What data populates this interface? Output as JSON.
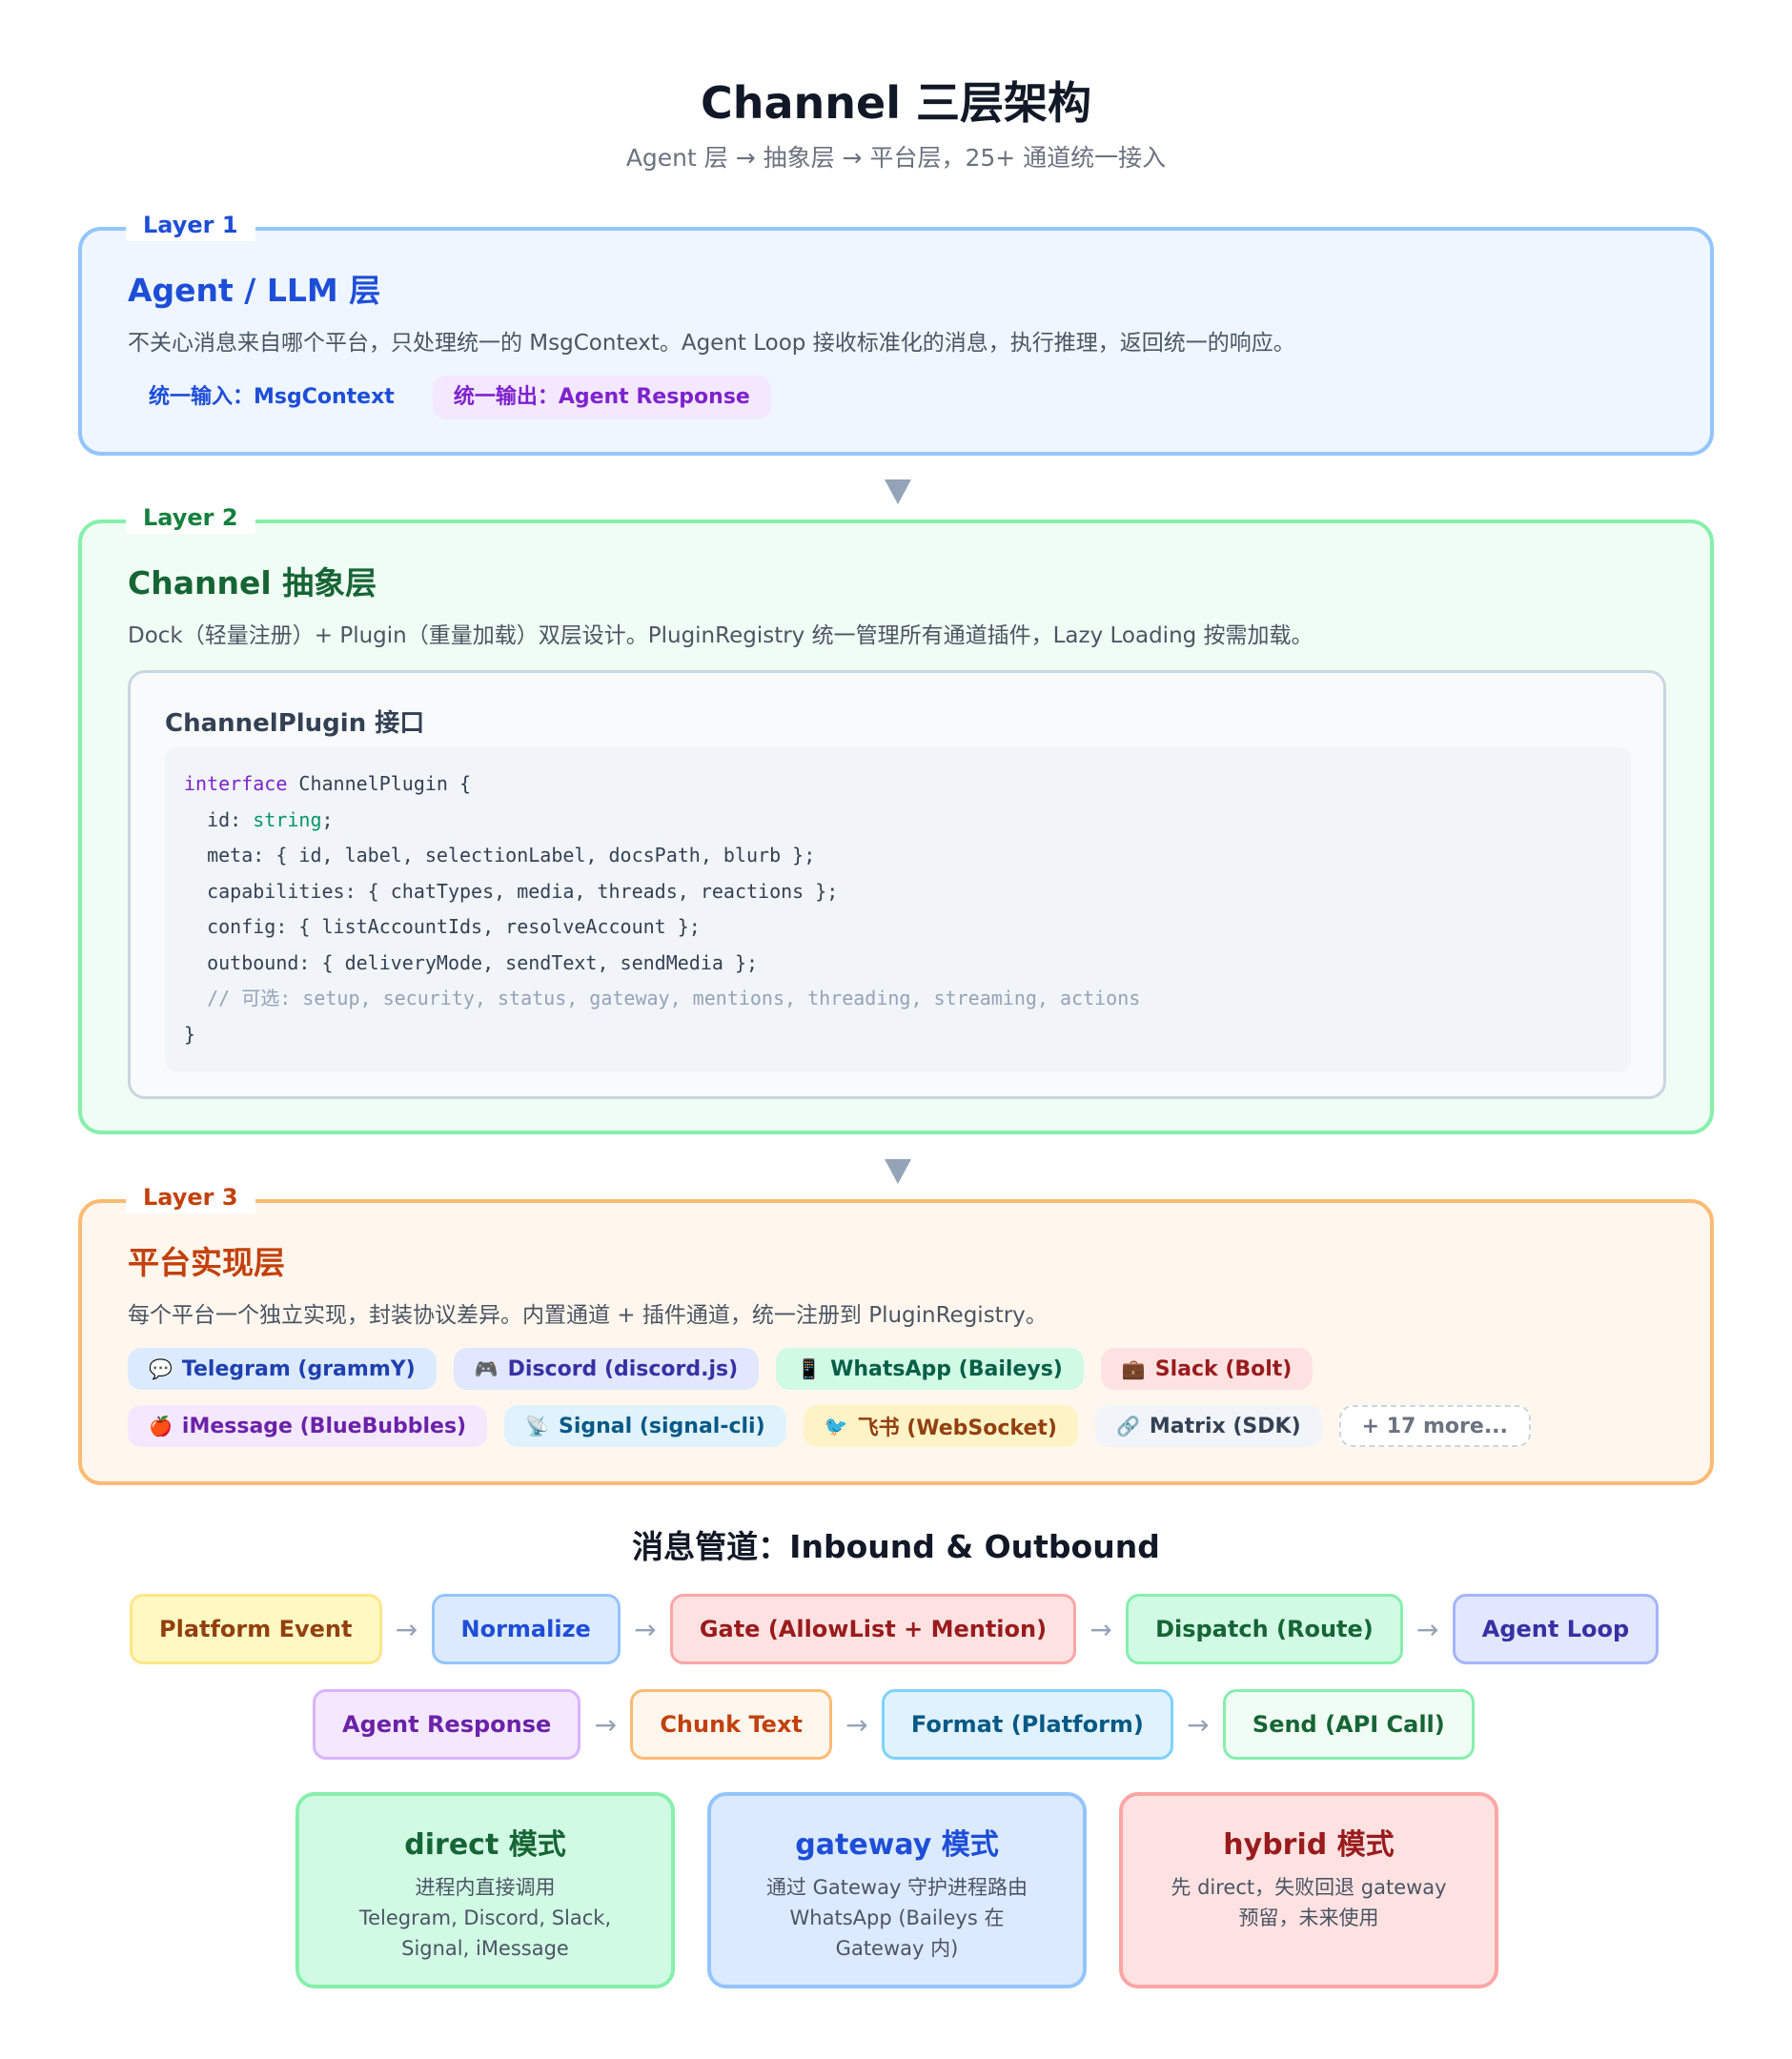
{
  "title": "Channel 三层架构",
  "subtitle": "Agent 层 → 抽象层 → 平台层，25+ 通道统一接入",
  "layer1": {
    "tag": "Layer 1",
    "title": "Agent / LLM 层",
    "desc": "不关心消息来自哪个平台，只处理统一的 MsgContext。Agent Loop 接收标准化的消息，执行推理，返回统一的响应。",
    "input": "统一输入：MsgContext",
    "output": "统一输出：Agent Response"
  },
  "layer2": {
    "tag": "Layer 2",
    "title": "Channel 抽象层",
    "desc": "Dock（轻量注册）+ Plugin（重量加载）双层设计。PluginRegistry 统一管理所有通道插件，Lazy Loading 按需加载。",
    "interface_title": "ChannelPlugin 接口",
    "code": {
      "l1_kw": "interface",
      "l1_rest": " ChannelPlugin {",
      "l2_pre": "  id: ",
      "l2_ty": "string",
      "l2_post": ";",
      "l3": "  meta: { id, label, selectionLabel, docsPath, blurb };",
      "l4": "  capabilities: { chatTypes, media, threads, reactions };",
      "l5": "  config: { listAccountIds, resolveAccount };",
      "l6": "  outbound: { deliveryMode, sendText, sendMedia };",
      "l7": "  // 可选: setup, security, status, gateway, mentions, threading, streaming, actions",
      "l8": "}"
    }
  },
  "layer3": {
    "tag": "Layer 3",
    "title": "平台实现层",
    "desc": "每个平台一个独立实现，封装协议差异。内置通道 + 插件通道，统一注册到 PluginRegistry。",
    "platforms": [
      {
        "icon": "💬",
        "label": "Telegram (grammY)"
      },
      {
        "icon": "🎮",
        "label": "Discord (discord.js)"
      },
      {
        "icon": "📱",
        "label": "WhatsApp (Baileys)"
      },
      {
        "icon": "💼",
        "label": "Slack (Bolt)"
      },
      {
        "icon": "🍎",
        "label": "iMessage (BlueBubbles)"
      },
      {
        "icon": "📡",
        "label": "Signal (signal-cli)"
      },
      {
        "icon": "🐦",
        "label": "飞书 (WebSocket)"
      },
      {
        "icon": "🔗",
        "label": "Matrix (SDK)"
      }
    ],
    "more": "+ 17 more..."
  },
  "pipeline": {
    "title": "消息管道：Inbound & Outbound",
    "inbound": [
      "Platform Event",
      "Normalize",
      "Gate (AllowList + Mention)",
      "Dispatch (Route)",
      "Agent Loop"
    ],
    "outbound": [
      "Agent Response",
      "Chunk Text",
      "Format (Platform)",
      "Send (API Call)"
    ],
    "arrow": "→"
  },
  "modes": [
    {
      "title": "direct 模式",
      "line1": "进程内直接调用",
      "line2": "Telegram, Discord, Slack,",
      "line3": "Signal, iMessage"
    },
    {
      "title": "gateway 模式",
      "line1": "通过 Gateway 守护进程路由",
      "line2": "WhatsApp (Baileys 在",
      "line3": "Gateway 内)"
    },
    {
      "title": "hybrid 模式",
      "line1": "先 direct，失败回退 gateway",
      "line2": "预留，未来使用",
      "line3": ""
    }
  ]
}
